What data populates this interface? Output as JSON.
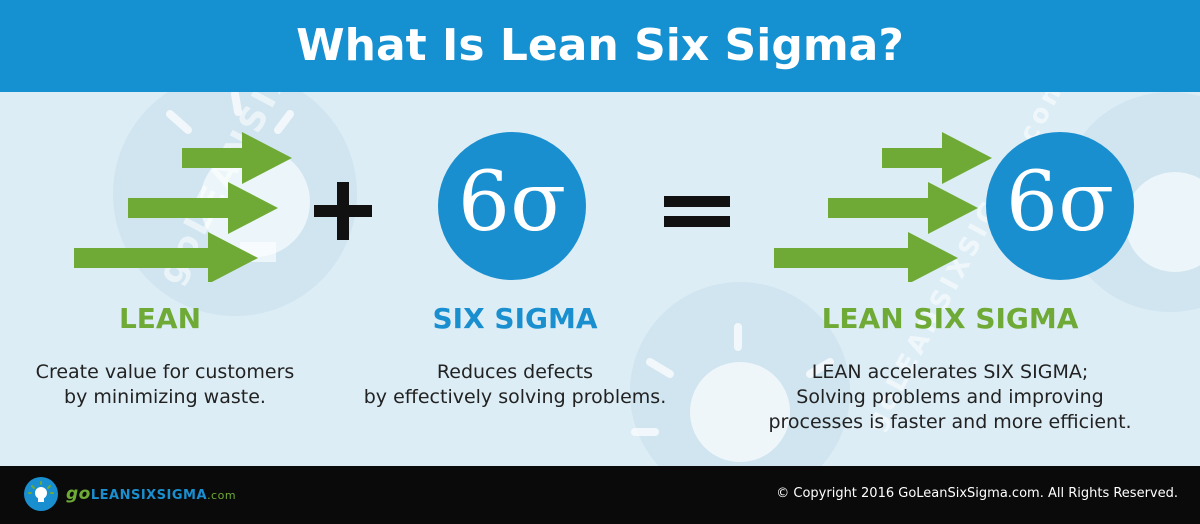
{
  "header": {
    "title": "What Is Lean Six Sigma?"
  },
  "watermark": {
    "left_text": "goLEANSIXSIGMA",
    "right_text": "goLEANSIXSIGMA.com"
  },
  "lean": {
    "label": "LEAN",
    "desc_line1": "Create value for customers",
    "desc_line2": "by minimizing waste."
  },
  "operators": {
    "plus": "+",
    "equals": "="
  },
  "six_sigma": {
    "symbol": "6σ",
    "label": "SIX SIGMA",
    "desc_line1": "Reduces defects",
    "desc_line2": "by effectively solving problems."
  },
  "lean_six_sigma": {
    "symbol": "6σ",
    "label": "LEAN SIX SIGMA",
    "desc_line1": "LEAN accelerates SIX SIGMA;",
    "desc_line2": "Solving problems and improving",
    "desc_line3": "processes is faster and more efficient."
  },
  "footer": {
    "logo_go": "go",
    "logo_name": "LEANSIXSIGMA",
    "logo_domain": ".com",
    "copyright": "© Copyright 2016 GoLeanSixSigma.com. All Rights Reserved."
  },
  "colors": {
    "header_blue": "#1591d2",
    "lean_green": "#6eaa35",
    "sigma_blue": "#1a8fd0",
    "background": "#dcedf6",
    "footer_black": "#0a0a0a"
  },
  "icons": [
    "arrow-icon",
    "plus-icon",
    "equals-icon",
    "lightbulb-icon"
  ]
}
